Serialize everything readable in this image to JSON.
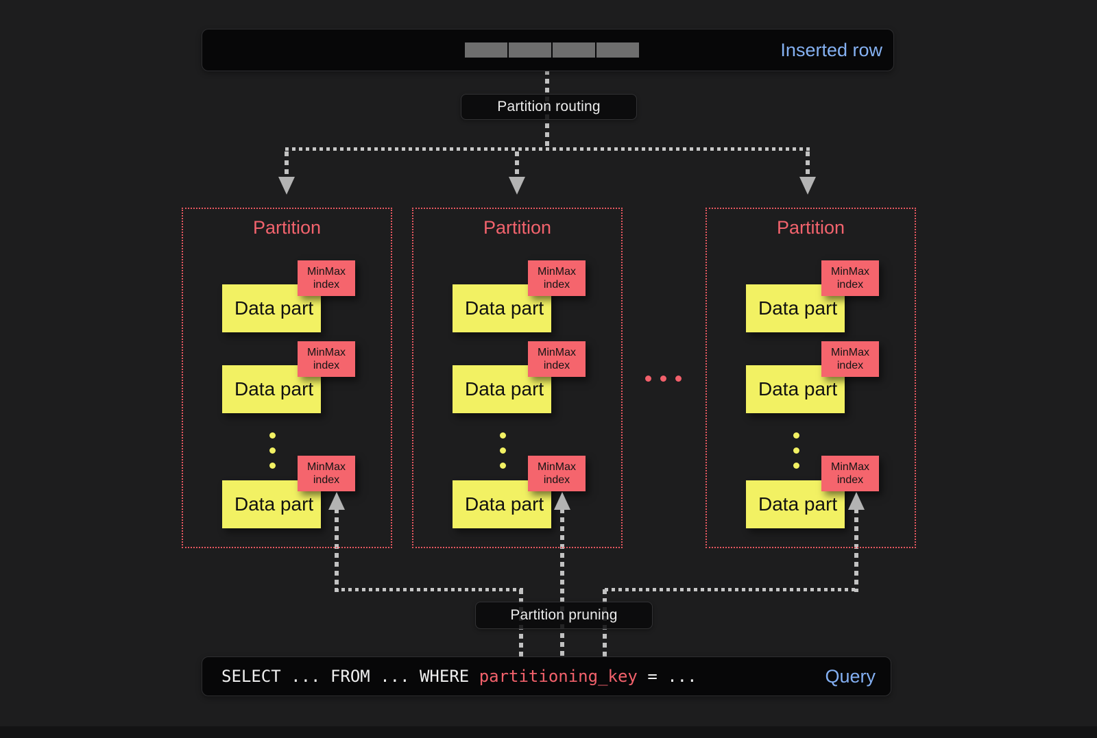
{
  "colors": {
    "background": "#1d1d1e",
    "panel_bg": "#070708",
    "accent_red": "#f2616b",
    "data_part_yellow": "#f2f163",
    "link_blue": "#85b1f2",
    "arrow_gray": "#c2c2c2",
    "segment_gray": "#6e6e6e",
    "text_light": "#ececec"
  },
  "inserted_row": {
    "label": "Inserted row",
    "segment_count": 4
  },
  "labels": {
    "routing": "Partition routing",
    "pruning": "Partition pruning"
  },
  "ellipsis": "...",
  "partitions": [
    {
      "title": "Partition",
      "parts": [
        {
          "label": "Data part",
          "tag": [
            "MinMax",
            "index"
          ]
        },
        {
          "label": "Data part",
          "tag": [
            "MinMax",
            "index"
          ]
        },
        {
          "label": "Data part",
          "tag": [
            "MinMax",
            "index"
          ]
        }
      ]
    },
    {
      "title": "Partition",
      "parts": [
        {
          "label": "Data part",
          "tag": [
            "MinMax",
            "index"
          ]
        },
        {
          "label": "Data part",
          "tag": [
            "MinMax",
            "index"
          ]
        },
        {
          "label": "Data part",
          "tag": [
            "MinMax",
            "index"
          ]
        }
      ]
    },
    {
      "title": "Partition",
      "parts": [
        {
          "label": "Data part",
          "tag": [
            "MinMax",
            "index"
          ]
        },
        {
          "label": "Data part",
          "tag": [
            "MinMax",
            "index"
          ]
        },
        {
          "label": "Data part",
          "tag": [
            "MinMax",
            "index"
          ]
        }
      ]
    }
  ],
  "query": {
    "sql_before": "SELECT ... FROM ... WHERE ",
    "sql_key": "partitioning_key",
    "sql_after": " = ...",
    "label": "Query"
  }
}
